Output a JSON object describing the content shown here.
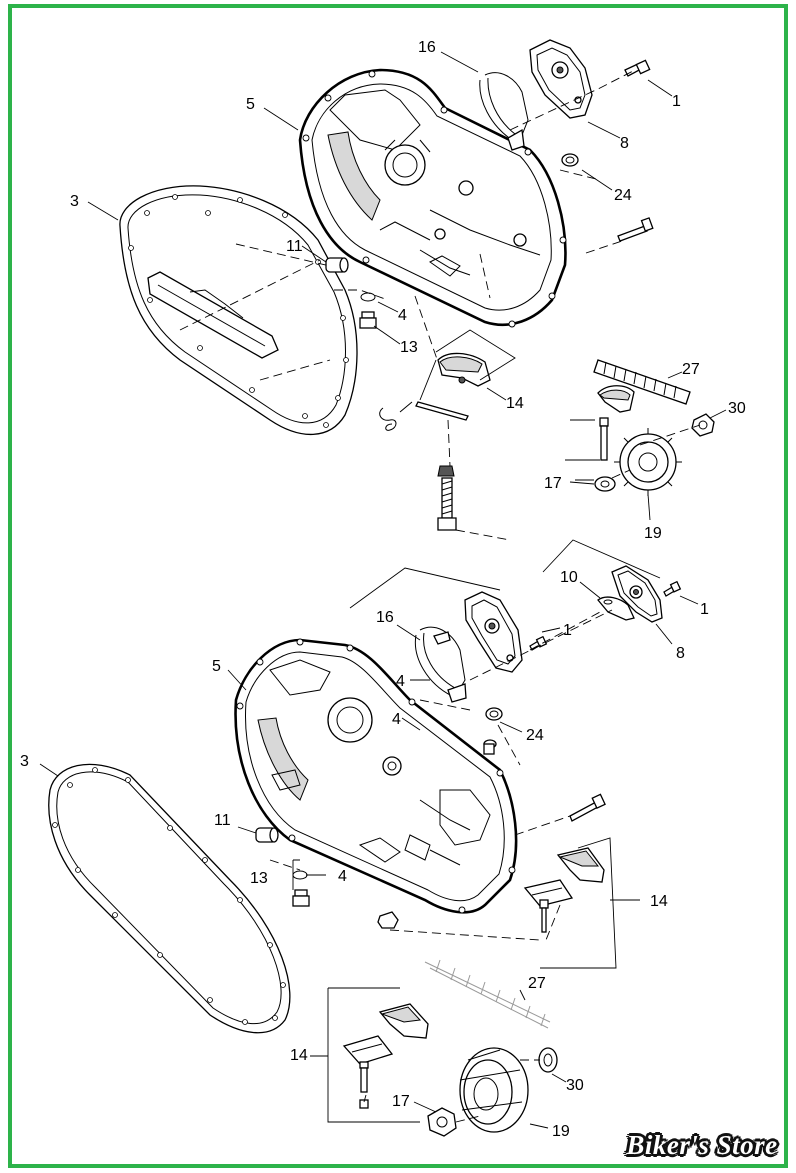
{
  "diagram": {
    "border_color": "#2db34a",
    "callouts": {
      "top": {
        "c16": "16",
        "c5": "5",
        "c1": "1",
        "c8": "8",
        "c24": "24",
        "c3": "3",
        "c11": "11",
        "c4": "4",
        "c13": "13",
        "c14": "14",
        "c27": "27",
        "c30": "30",
        "c17": "17",
        "c19": "19"
      },
      "bottom": {
        "c10": "10",
        "c1a": "1",
        "c8": "8",
        "c16": "16",
        "c1b": "1",
        "c5": "5",
        "c4a": "4",
        "c4b": "4",
        "c24": "24",
        "c3": "3",
        "c11": "11",
        "c13": "13",
        "c4c": "4",
        "c14a": "14",
        "c27": "27",
        "c14b": "14",
        "c30": "30",
        "c17": "17",
        "c19": "19"
      }
    }
  },
  "watermark": {
    "text": "Biker's Store"
  }
}
